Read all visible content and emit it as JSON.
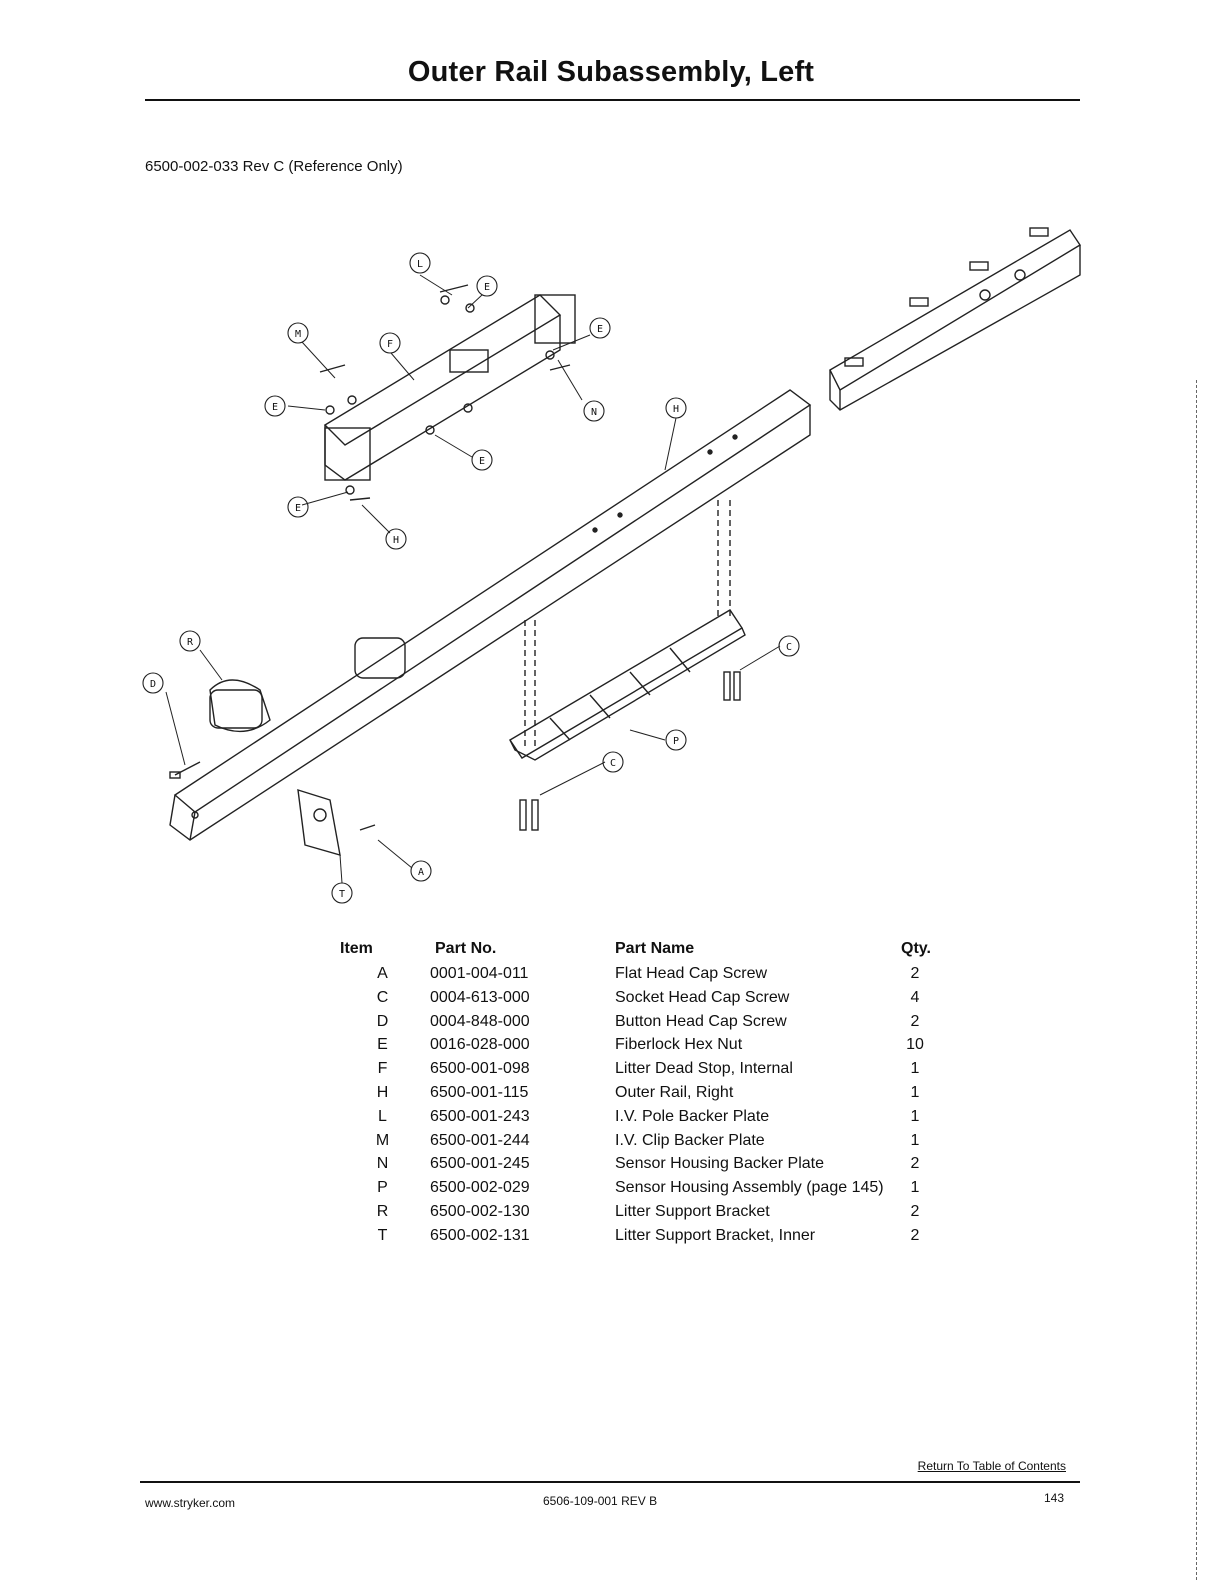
{
  "page": {
    "title": "Outer Rail Subassembly, Left",
    "doc_reference": "6500-002-033 Rev C (Reference Only)"
  },
  "diagram": {
    "callouts": [
      "L",
      "E",
      "M",
      "F",
      "E",
      "E",
      "N",
      "H",
      "E",
      "E",
      "H",
      "R",
      "D",
      "C",
      "P",
      "C",
      "A",
      "T"
    ]
  },
  "parts_table": {
    "headers": {
      "item": "Item",
      "part_no": "Part No.",
      "part_name": "Part Name",
      "qty": "Qty."
    },
    "rows": [
      {
        "item": "A",
        "part_no": "0001-004-011",
        "part_name": "Flat Head Cap Screw",
        "qty": "2"
      },
      {
        "item": "C",
        "part_no": "0004-613-000",
        "part_name": "Socket Head Cap Screw",
        "qty": "4"
      },
      {
        "item": "D",
        "part_no": "0004-848-000",
        "part_name": "Button Head Cap Screw",
        "qty": "2"
      },
      {
        "item": "E",
        "part_no": "0016-028-000",
        "part_name": "Fiberlock Hex Nut",
        "qty": "10"
      },
      {
        "item": "F",
        "part_no": "6500-001-098",
        "part_name": "Litter Dead Stop, Internal",
        "qty": "1"
      },
      {
        "item": "H",
        "part_no": "6500-001-115",
        "part_name": "Outer Rail, Right",
        "qty": "1"
      },
      {
        "item": "L",
        "part_no": "6500-001-243",
        "part_name": "I.V. Pole Backer Plate",
        "qty": "1"
      },
      {
        "item": "M",
        "part_no": "6500-001-244",
        "part_name": "I.V. Clip Backer Plate",
        "qty": "1"
      },
      {
        "item": "N",
        "part_no": "6500-001-245",
        "part_name": "Sensor Housing Backer Plate",
        "qty": "2"
      },
      {
        "item": "P",
        "part_no": "6500-002-029",
        "part_name": "Sensor Housing Assembly (page 145)",
        "qty": "1"
      },
      {
        "item": "R",
        "part_no": "6500-002-130",
        "part_name": "Litter Support Bracket",
        "qty": "2"
      },
      {
        "item": "T",
        "part_no": "6500-002-131",
        "part_name": "Litter Support Bracket, Inner",
        "qty": "2"
      }
    ]
  },
  "footer": {
    "return_link": "Return To Table of Contents",
    "website": "www.stryker.com",
    "doc_number": "6506-109-001 REV B",
    "page_number": "143"
  }
}
